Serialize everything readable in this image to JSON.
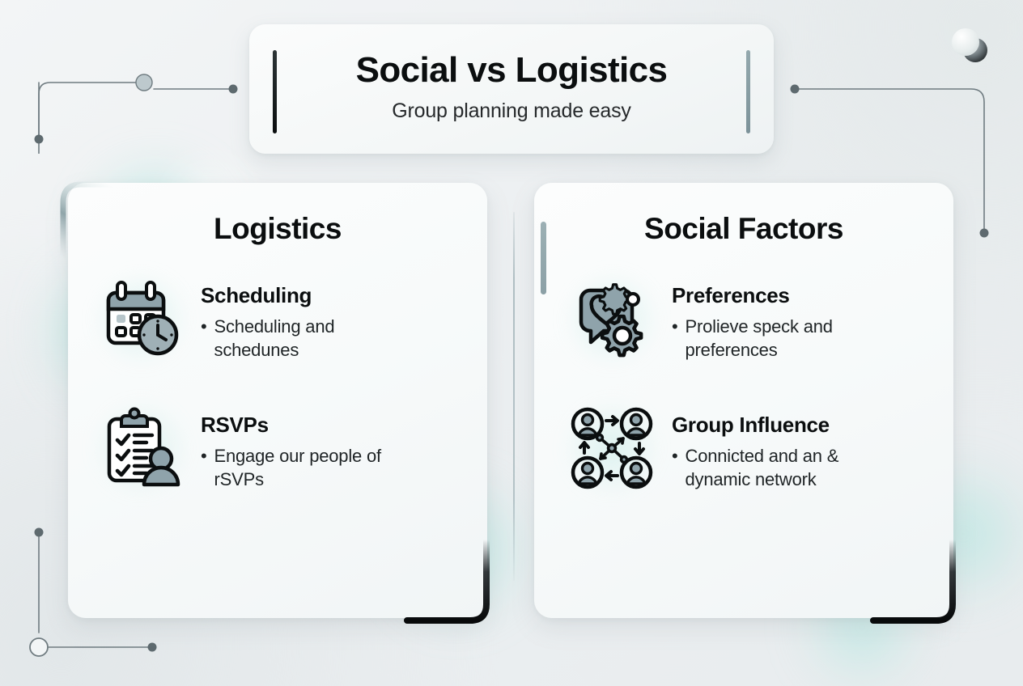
{
  "header": {
    "title": "Social vs Logistics",
    "subtitle": "Group planning made easy",
    "accent_left_color": "#0a0d0e",
    "accent_right_color": "#7c9299"
  },
  "panels": [
    {
      "id": "logistics",
      "title": "Logistics",
      "features": [
        {
          "icon": "calendar-clock-icon",
          "title": "Scheduling",
          "bullet_mark": "•",
          "description": "Scheduling and schedunes"
        },
        {
          "icon": "clipboard-person-icon",
          "title": "RSVPs",
          "bullet_mark": "•",
          "description": "Engage our people of rSVPs"
        }
      ]
    },
    {
      "id": "social",
      "title": "Social Factors",
      "features": [
        {
          "icon": "chat-heart-gears-icon",
          "title": "Preferences",
          "bullet_mark": "•",
          "description": "Prolieve speck and preferences"
        },
        {
          "icon": "network-people-icon",
          "title": "Group Influence",
          "bullet_mark": "•",
          "description": "Connicted and an & dynamic network"
        }
      ]
    }
  ],
  "theme": {
    "background": "#eef1f3",
    "card_surface": "#fbfcfc",
    "ink": "#0b0e0f",
    "body_text": "#1f2426",
    "icon_fill": "#8fa3ab",
    "icon_stroke": "#0b0e0f",
    "glow_teal": "#a0e6dd",
    "connector_gray": "#6f7b80"
  }
}
